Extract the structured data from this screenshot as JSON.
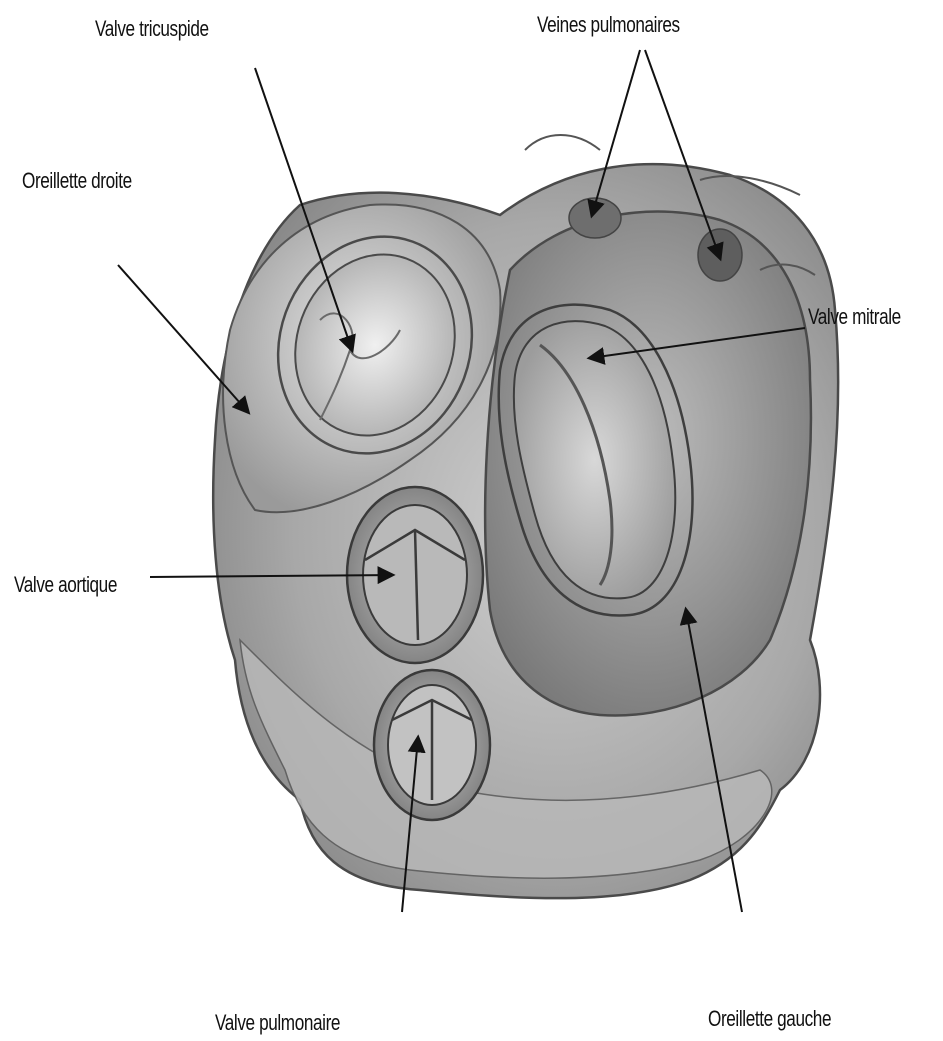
{
  "labels": {
    "tricuspid_valve": "Valve tricuspide",
    "pulmonary_veins": "Veines pulmonaires",
    "right_atrium": "Oreillette droite",
    "mitral_valve": "Valve mitrale",
    "aortic_valve": "Valve aortique",
    "pulmonary_valve": "Valve pulmonaire",
    "left_atrium": "Oreillette gauche"
  },
  "colors": {
    "ink": "#111111",
    "tissue_dark": "#7d7d7d",
    "tissue_mid": "#a9a9a9",
    "tissue_light": "#d2d2d2",
    "background": "#ffffff"
  }
}
